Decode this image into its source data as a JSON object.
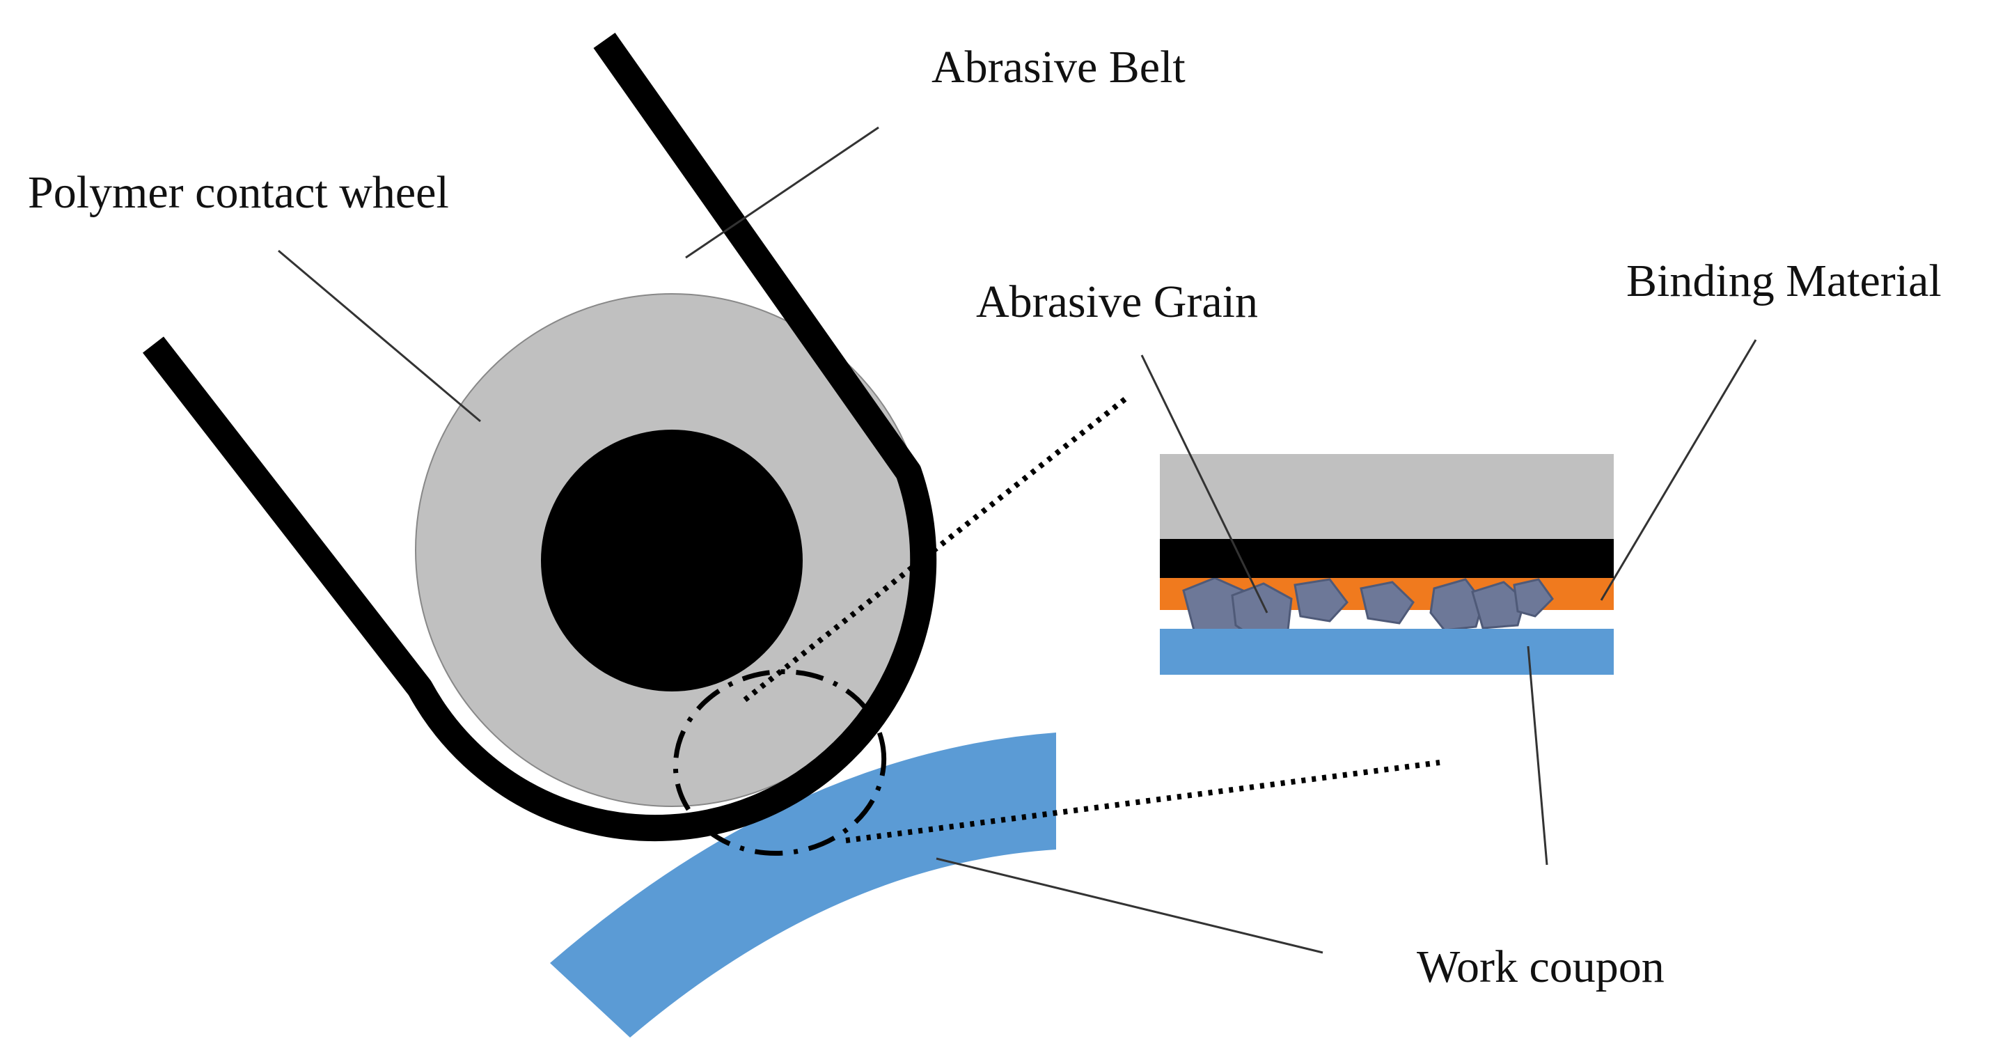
{
  "labels": {
    "abrasive_belt": "Abrasive Belt",
    "polymer_contact_wheel": "Polymer contact wheel",
    "abrasive_grain": "Abrasive Grain",
    "binding_material": "Binding Material",
    "work_coupon": "Work coupon"
  },
  "colors": {
    "wheel": "#c0c0c0",
    "hub": "#000000",
    "belt": "#000000",
    "work_coupon": "#5b9bd5",
    "binding_material": "#f07a1e",
    "abrasive_grain": "#6d7898",
    "backing": "#c0c0c0",
    "leader_line": "#333333"
  },
  "icons": {
    "zoom_callout": "dotted-magnification-lines",
    "contact_zone": "dash-dot-ellipse"
  }
}
